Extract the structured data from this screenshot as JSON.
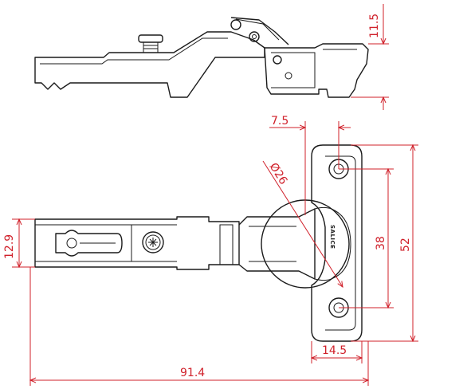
{
  "drawing": {
    "brand_label": "SALICE",
    "dimensions": {
      "side_height": "11.5",
      "offset_top": "7.5",
      "cup_diameter": "Ø26",
      "arm_height": "12.9",
      "hole_spacing": "38",
      "plate_height": "52",
      "plate_depth": "14.5",
      "overall_length": "91.4"
    },
    "colors": {
      "dimension_lines": "#d0202a",
      "part_outline": "#1a1a1a"
    }
  }
}
